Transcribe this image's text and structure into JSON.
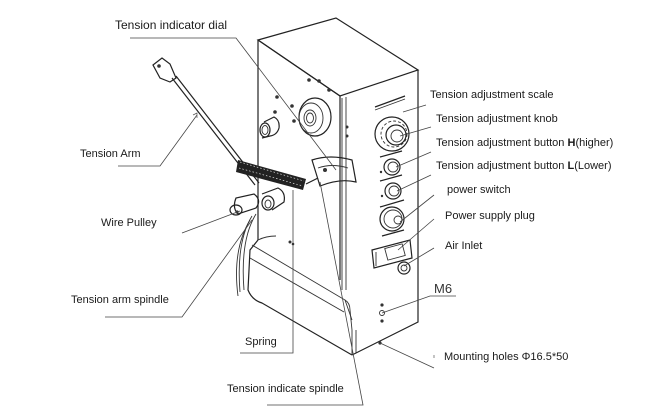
{
  "diagram": {
    "title": "Wire tension device parts diagram",
    "labels": {
      "tension_indicator_dial": "Tension indicator dial",
      "tension_adjustment_scale": "Tension adjustment scale",
      "tension_adjustment_knob": "Tension adjustment knob",
      "button_h_prefix": "Tension adjustment button ",
      "button_h_key": "H",
      "button_h_suffix": "(higher)",
      "button_l_prefix": "Tension adjustment button ",
      "button_l_key": "L",
      "button_l_suffix": "(Lower)",
      "power_switch": "power switch",
      "power_supply_plug": "Power supply plug",
      "air_inlet": "Air Inlet",
      "m6": "M6",
      "mounting_holes": "Mounting holes Φ16.5*50",
      "tension_arm": "Tension Arm",
      "wire_pulley": "Wire Pulley",
      "tension_arm_spindle": "Tension arm spindle",
      "spring": "Spring",
      "tension_indicate_spindle": "Tension indicate spindle"
    }
  }
}
